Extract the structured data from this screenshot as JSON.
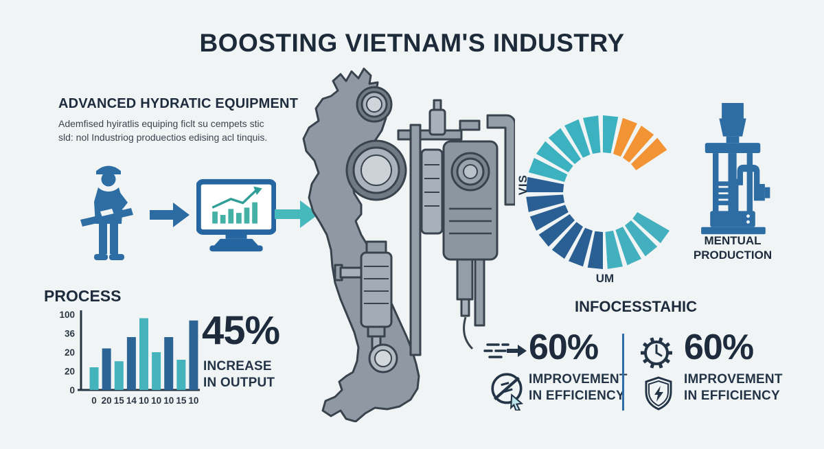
{
  "title": "BOOSTING VIETNAM'S INDUSTRY",
  "left": {
    "heading": "ADVANCED HYDRATIC EQUIPMENT",
    "body_line1": "Ademfised hyiratlis equiping ficlt su cempets stic",
    "body_line2": "sld: nol Industriog produectios edising acl tinquis.",
    "output_stat": {
      "value": "45%",
      "line1": "INCREASE",
      "line2": "IN OUTPUT"
    }
  },
  "chart_data": [
    {
      "type": "bar",
      "title": "PROCESS",
      "categories": [
        "0",
        "20",
        "15",
        "14",
        "10",
        "10",
        "10",
        "15",
        "10"
      ],
      "values": [
        30,
        55,
        38,
        70,
        95,
        50,
        70,
        40,
        92
      ],
      "y_ticks": [
        "100",
        "36",
        "20",
        "20",
        "0"
      ],
      "ylim": [
        0,
        100
      ],
      "series_colors": {
        "teal": "#45b3bc",
        "blue": "#2d6496"
      },
      "bar_colors": [
        "teal",
        "blue",
        "teal",
        "blue",
        "teal",
        "teal",
        "blue",
        "teal",
        "blue"
      ],
      "grid": false,
      "xlabel": "",
      "ylabel": "",
      "legend": "none"
    },
    {
      "type": "pie",
      "variant": "radial-burst-donut",
      "label_left": "VIS",
      "label_bottom": "UM",
      "segment_groups": [
        {
          "color": "#43b0bf",
          "count": 4
        },
        {
          "color": "#2a5f94",
          "count": 7
        },
        {
          "color": "#3cb2c0",
          "count": 6
        },
        {
          "color": "#f29434",
          "count": 3
        }
      ],
      "start_angle_deg": 30,
      "total_sweep_deg": 300,
      "gap_deg": 3.5,
      "inner_radius": 58,
      "outer_radius": 112,
      "legend": "none"
    }
  ],
  "right": {
    "machine_label_line1": "MENTUAL",
    "machine_label_line2": "PRODUCTION",
    "heading": "INFOCESSTAHIC",
    "stats": [
      {
        "value": "60%",
        "line1": "IMPROVEMENT",
        "line2": "IN EFFICIENCY"
      },
      {
        "value": "60%",
        "line1": "IMPROVEMENT",
        "line2": "IN EFFICIENCY"
      }
    ]
  },
  "colors": {
    "background": "#f1f4f5",
    "navy": "#1d2b3c",
    "blue": "#2e6da4",
    "teal": "#45b3bc",
    "orange": "#f29434",
    "map_gray": "#8f98a3"
  }
}
